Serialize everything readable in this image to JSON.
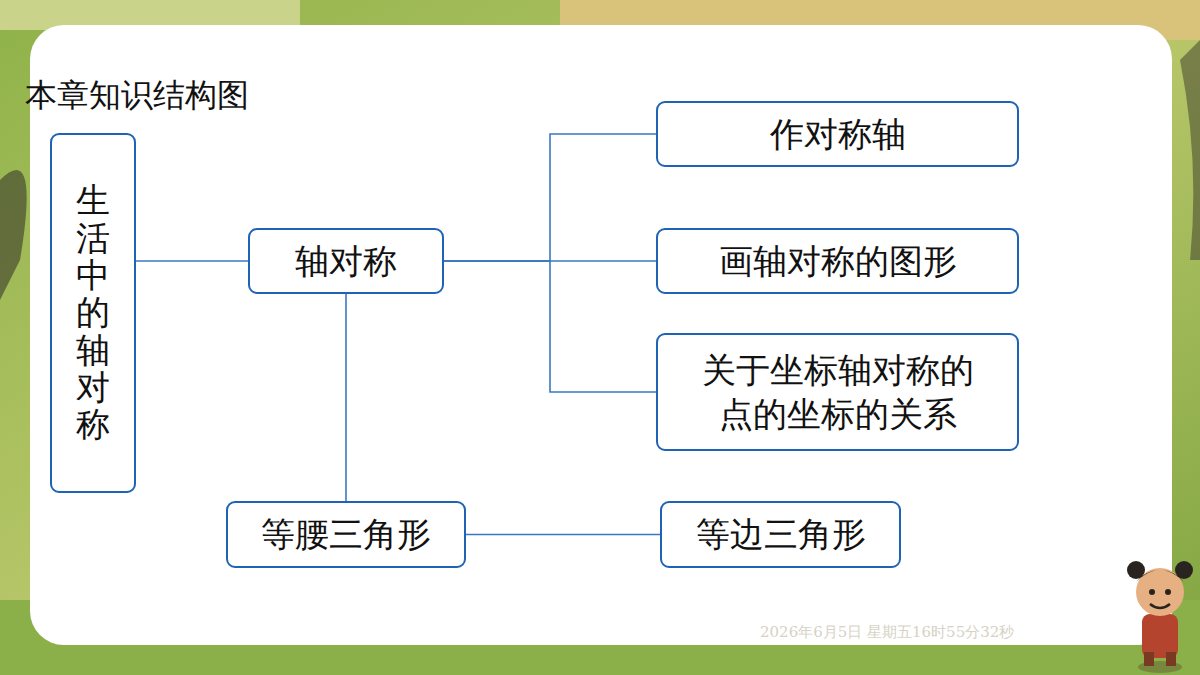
{
  "diagram": {
    "title": "本章知识结构图",
    "nodes": [
      {
        "text": [
          "生活中的轴对称"
        ]
      },
      {
        "text": [
          "轴对称"
        ]
      },
      {
        "text": [
          "作对称轴"
        ]
      },
      {
        "text": [
          "画轴对称的图形"
        ]
      },
      {
        "text": [
          "关于坐标轴对称的 点的坐标的关系"
        ]
      },
      {
        "text": [
          "等腰三角形"
        ]
      },
      {
        "text": [
          "等边三角形"
        ]
      }
    ],
    "edges": [
      {
        "from": 0,
        "to": 1,
        "arrow": "none"
      },
      {
        "from": 1,
        "to": 2,
        "arrow": "none"
      },
      {
        "from": 1,
        "to": 3,
        "arrow": "none"
      },
      {
        "from": 1,
        "to": 4,
        "arrow": "none"
      },
      {
        "from": 1,
        "to": 5,
        "arrow": "none"
      },
      {
        "from": 5,
        "to": 6,
        "arrow": "none"
      }
    ],
    "labels": [
      "2026年6月5日 星期五16时55分32秒"
    ]
  }
}
